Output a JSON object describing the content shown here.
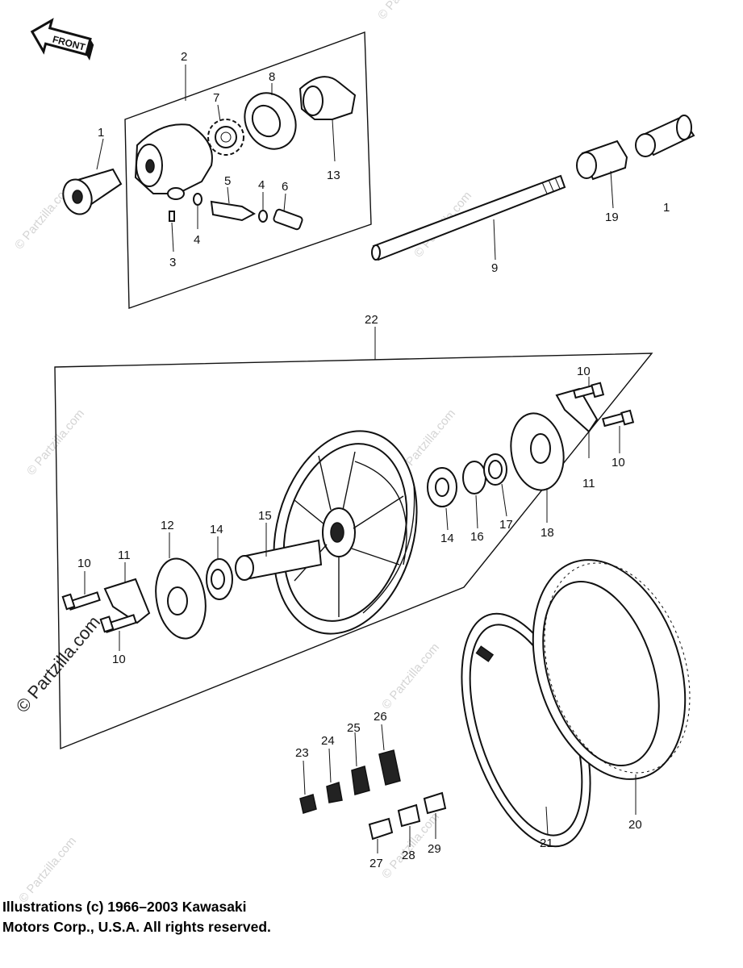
{
  "front_badge": "FRONT",
  "watermark": "© Partzilla.com",
  "copyright": {
    "line1": "Illustrations (c) 1966–2003 Kawasaki",
    "line2": "Motors Corp., U.S.A.  All rights reserved."
  },
  "callouts": {
    "c1a": "1",
    "c1b": "1",
    "c2": "2",
    "c3": "3",
    "c4a": "4",
    "c4b": "4",
    "c5": "5",
    "c6": "6",
    "c7": "7",
    "c8": "8",
    "c9": "9",
    "c10a": "10",
    "c10b": "10",
    "c10c": "10",
    "c10d": "10",
    "c11a": "11",
    "c11b": "11",
    "c12": "12",
    "c13": "13",
    "c14a": "14",
    "c14b": "14",
    "c15": "15",
    "c16": "16",
    "c17": "17",
    "c18": "18",
    "c19": "19",
    "c20": "20",
    "c21": "21",
    "c22": "22",
    "c23": "23",
    "c24": "24",
    "c25": "25",
    "c26": "26",
    "c27": "27",
    "c28": "28",
    "c29": "29"
  }
}
